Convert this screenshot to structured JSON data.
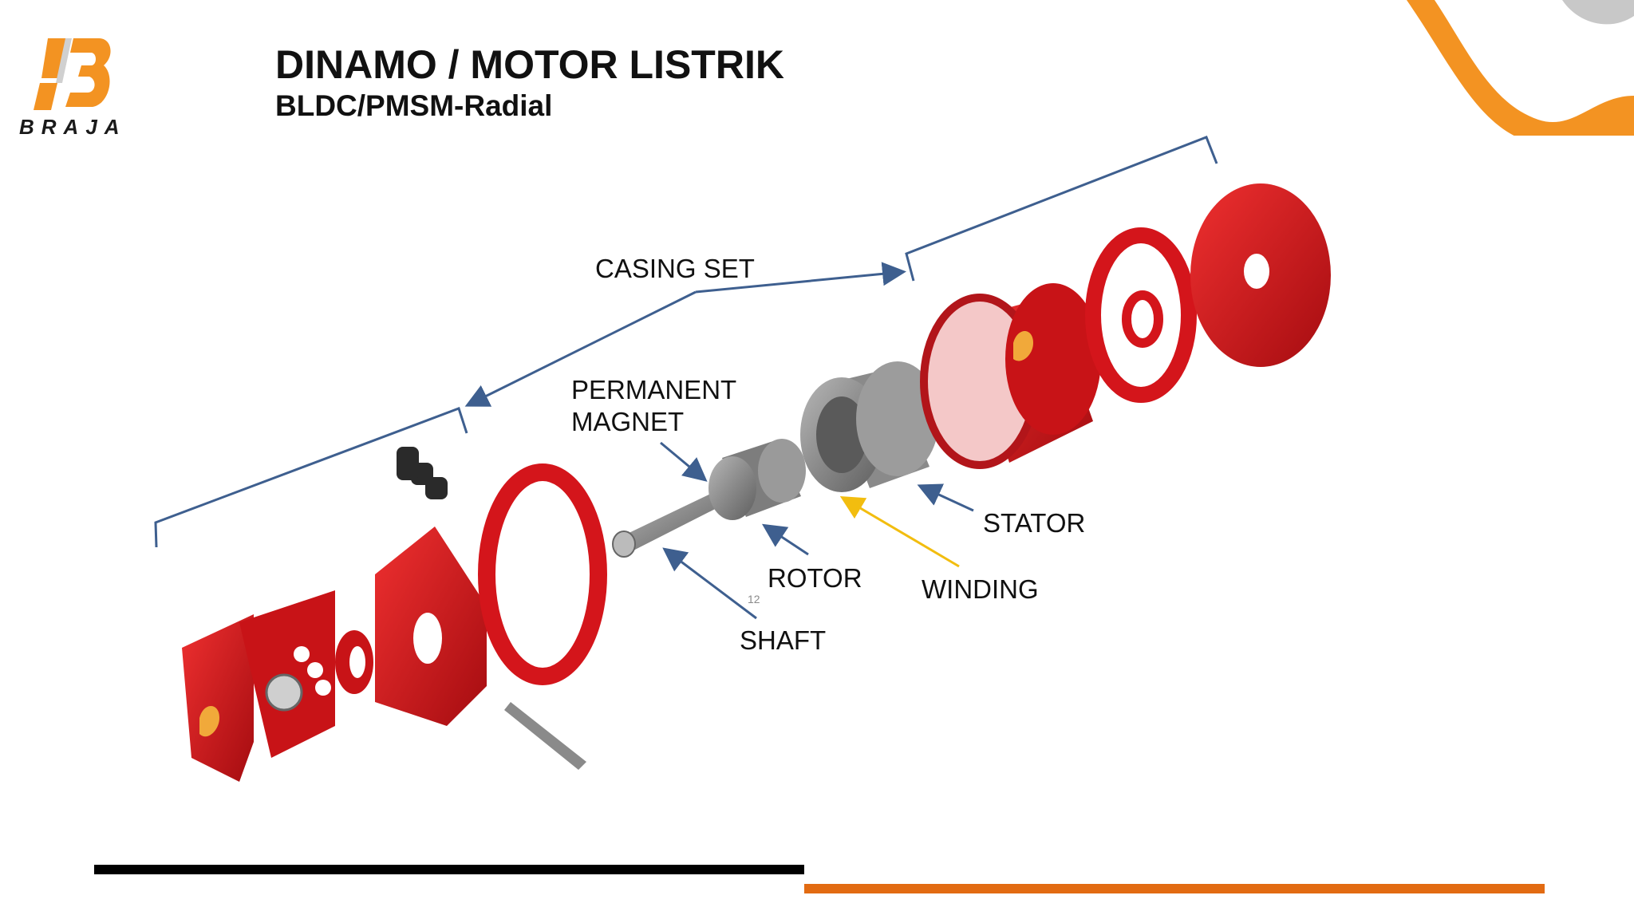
{
  "brand": {
    "logo_text": "BRAJA"
  },
  "header": {
    "title": "DINAMO / MOTOR LISTRIK",
    "subtitle": "BLDC/PMSM-Radial"
  },
  "labels": {
    "casing_set": "CASING SET",
    "permanent_magnet_line1": "PERMANENT",
    "permanent_magnet_line2": "MAGNET",
    "stator": "STATOR",
    "rotor": "ROTOR",
    "winding": "WINDING",
    "shaft": "SHAFT"
  },
  "page_number": "12",
  "colors": {
    "brand_orange": "#f39322",
    "part_red": "#d4151b",
    "bracket_blue": "#3e5f8f",
    "winding_arrow": "#f2bd0f",
    "bar_black": "#000000",
    "bar_orange": "#e26b12"
  }
}
